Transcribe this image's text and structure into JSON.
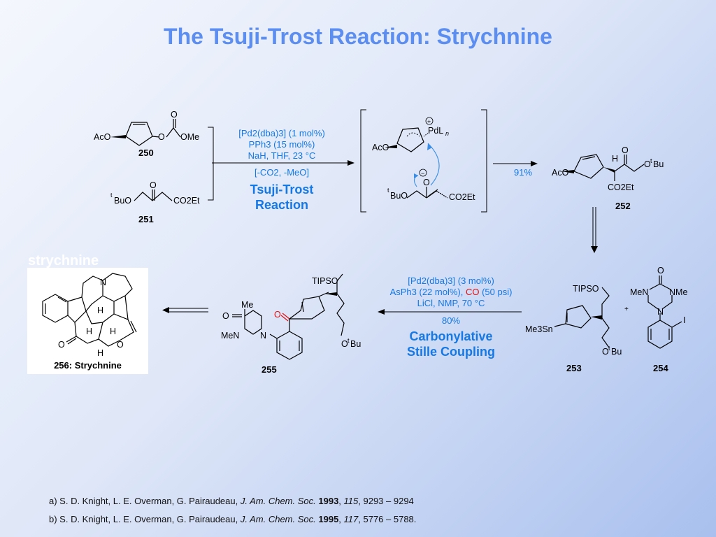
{
  "title": "The Tsuji-Trost Reaction: Strychnine",
  "labels": {
    "c250": "250",
    "c251": "251",
    "c252": "252",
    "c253": "253",
    "c254": "254",
    "c255": "255",
    "c256": "256: Strychnine"
  },
  "atoms": {
    "aco": "AcO",
    "ome": "OMe",
    "o": "O",
    "tbu_o": "BuO",
    "tbu_sup": "t",
    "co2et": "CO2Et",
    "pdln": "PdL",
    "n": "n",
    "plus": "+",
    "minus": "−",
    "h": "H",
    "o_tbu": "Bu",
    "tipso": "TIPSO",
    "me3sn": "Me3Sn",
    "me": "Me",
    "men": "MeN",
    "nme": "NMe",
    "nn": "N",
    "i": "I"
  },
  "step1": {
    "l1": "[Pd2(dba)3] (1 mol%)",
    "l2": "PPh3 (15 mol%)",
    "l3": "NaH, THF, 23 °C",
    "l4": "[-CO2, -MeO]",
    "name_1": "Tsuji-Trost",
    "name_2": "Reaction"
  },
  "step2": {
    "yield": "91%"
  },
  "step3": {
    "l1": "[Pd2(dba)3] (3 mol%)",
    "l2a": "AsPh3 (22 mol%), ",
    "l2b": "CO",
    "l2c": " (50 psi)",
    "l3": "LiCl, NMP, 70 °C",
    "yield": "80%",
    "name_1": "Carbonylative",
    "name_2": "Stille Coupling"
  },
  "ghost_text": "strychnine",
  "references": [
    {
      "a": "a) S. D. Knight, L. E. Overman, G. Pairaudeau, ",
      "journal": "J. Am. Chem. Soc.",
      "year": "1993",
      "vol": "115",
      "pages": ", 9293 – 9294"
    },
    {
      "a": "b) S. D. Knight, L. E. Overman, G. Pairaudeau, ",
      "journal": "J. Am. Chem. Soc.",
      "year": "1995",
      "vol": "117",
      "pages": ", 5776 – 5788."
    }
  ],
  "colors": {
    "title": "#5b8ef0",
    "conditions": "#1478e6",
    "highlight": "#e01010"
  }
}
